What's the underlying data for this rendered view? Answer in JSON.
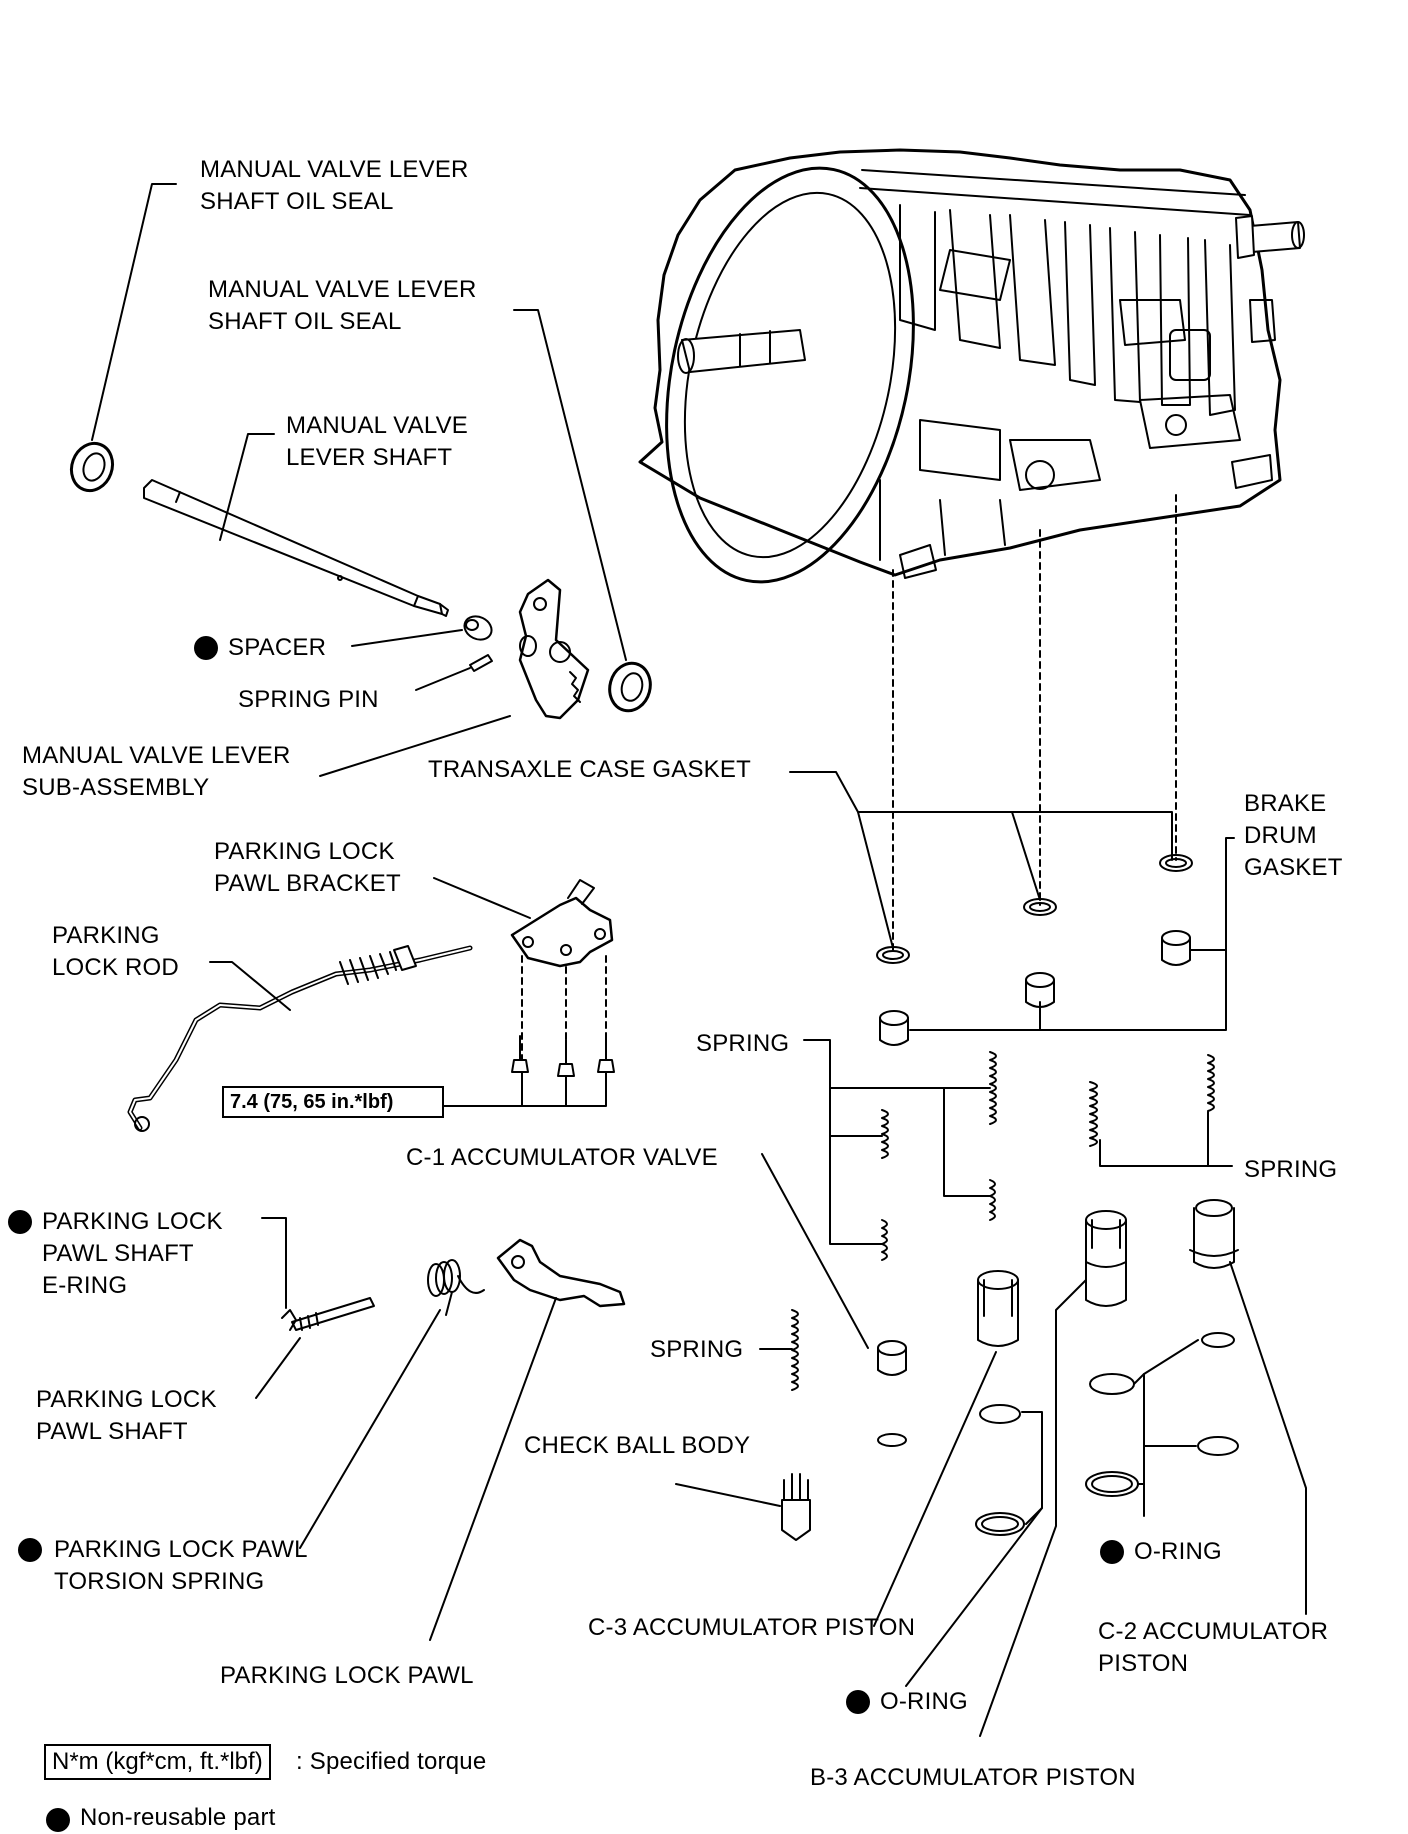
{
  "labels": {
    "oil_seal_1": [
      "MANUAL VALVE LEVER",
      "SHAFT OIL SEAL"
    ],
    "oil_seal_2": [
      "MANUAL VALVE LEVER",
      "SHAFT OIL SEAL"
    ],
    "lever_shaft": [
      "MANUAL VALVE",
      "LEVER SHAFT"
    ],
    "spacer": "SPACER",
    "spring_pin": "SPRING PIN",
    "lever_sub": [
      "MANUAL VALVE LEVER",
      "SUB-ASSEMBLY"
    ],
    "case_gasket": "TRANSAXLE CASE GASKET",
    "brake_drum_gasket": [
      "BRAKE",
      "DRUM",
      "GASKET"
    ],
    "pawl_bracket": [
      "PARKING LOCK",
      "PAWL BRACKET"
    ],
    "lock_rod": [
      "PARKING",
      "LOCK ROD"
    ],
    "spring_1": "SPRING",
    "spring_2": "SPRING",
    "spring_3": "SPRING",
    "c1_valve": "C-1 ACCUMULATOR VALVE",
    "e_ring": [
      "PARKING LOCK",
      "PAWL SHAFT",
      "E-RING"
    ],
    "pawl_shaft": [
      "PARKING LOCK",
      "PAWL SHAFT"
    ],
    "check_ball": "CHECK BALL BODY",
    "torsion_spring": [
      "PARKING LOCK PAWL",
      "TORSION SPRING"
    ],
    "o_ring_1": "O-RING",
    "o_ring_2": "O-RING",
    "c3_piston": "C-3 ACCUMULATOR PISTON",
    "c2_piston": [
      "C-2 ACCUMULATOR",
      "PISTON"
    ],
    "pawl": "PARKING LOCK PAWL",
    "b3_piston": "B-3 ACCUMULATOR PISTON"
  },
  "torque": "7.4 (75, 65 in.*lbf)",
  "legend": {
    "torque_box": "N*m (kgf*cm, ft.*lbf)",
    "torque_text": ": Specified torque",
    "nonreusable": "Non-reusable part"
  }
}
